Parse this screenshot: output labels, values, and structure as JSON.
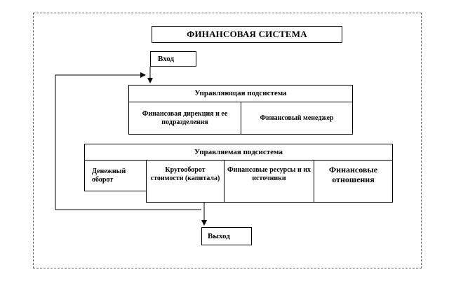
{
  "diagram": {
    "title": "ФИНАНСОВАЯ СИСТЕМА",
    "input": "Вход",
    "managing": {
      "header": "Управляющая подсистема",
      "items": [
        "Финансовая дирекция и ее подразделения",
        "Финансовый менеджер"
      ]
    },
    "managed": {
      "header": "Управляемая подсистема",
      "items": [
        "Денежный оборот",
        "Кругооборот стоимости (капитала)",
        "Финансовые ресурсы и их источники",
        "Финансовые отношения"
      ]
    },
    "output": "Выход"
  }
}
